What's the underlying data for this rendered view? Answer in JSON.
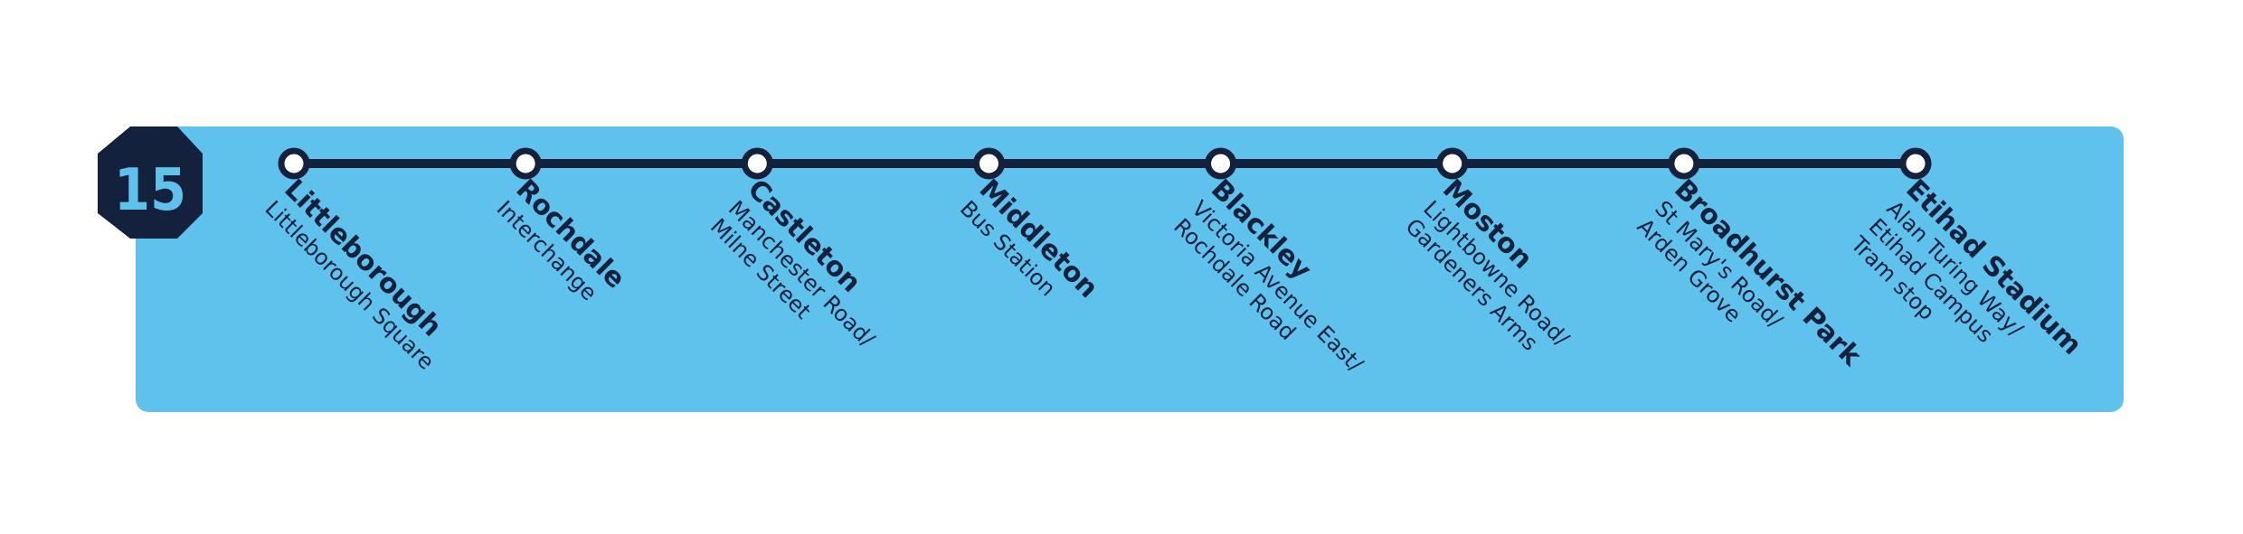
{
  "route": {
    "number": "15",
    "colors": {
      "band": "#5ec2ec",
      "line": "#14213d",
      "badge_bg": "#14213d",
      "badge_text": "#5ec2ec",
      "stop_fill": "#ffffff"
    },
    "stops": [
      {
        "name": "Littleborough",
        "detail": [
          "Littleborough Square"
        ]
      },
      {
        "name": "Rochdale",
        "detail": [
          "Interchange"
        ]
      },
      {
        "name": "Castleton",
        "detail": [
          "Manchester Road/",
          "Milne Street"
        ]
      },
      {
        "name": "Middleton",
        "detail": [
          "Bus Station"
        ]
      },
      {
        "name": "Blackley",
        "detail": [
          "Victoria Avenue East/",
          "Rochdale Road"
        ]
      },
      {
        "name": "Moston",
        "detail": [
          "Lightbowne Road/",
          "Gardeners Arms"
        ]
      },
      {
        "name": "Broadhurst Park",
        "detail": [
          "St Mary's Road/",
          "Arden Grove"
        ]
      },
      {
        "name": "Etihad Stadium",
        "detail": [
          "Alan Turing Way/",
          "Etihad Campus",
          "Tram stop"
        ]
      }
    ]
  }
}
